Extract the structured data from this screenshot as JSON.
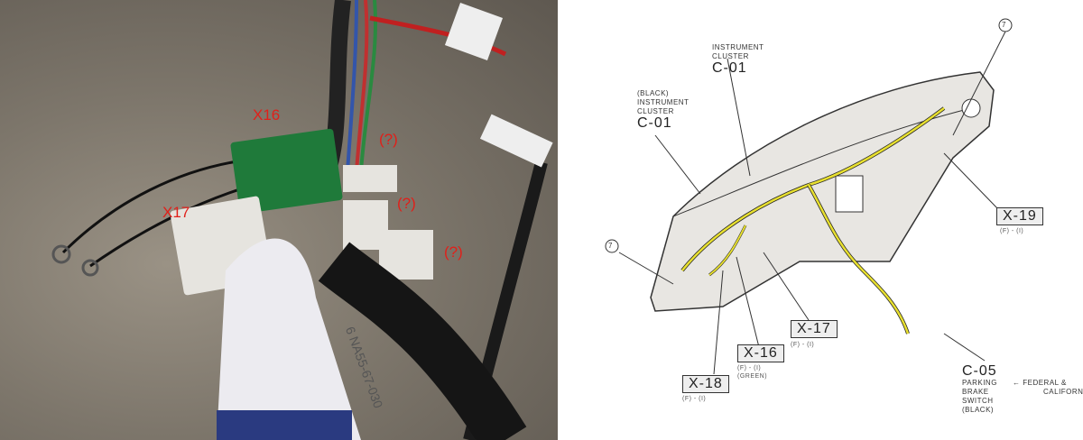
{
  "photo": {
    "labels": {
      "x16": "X16",
      "x17": "X17",
      "q1": "(?)",
      "q2": "(?)",
      "q3": "(?)"
    },
    "harness_tag": "6 NA55-67-030"
  },
  "diagram": {
    "c01_top": {
      "line1": "INSTRUMENT",
      "line2": "CLUSTER",
      "code": "C-01"
    },
    "c01_left": {
      "color": "(BLACK)",
      "line1": "INSTRUMENT",
      "line2": "CLUSTER",
      "code": "C-01"
    },
    "ground_marker": "7",
    "x19": {
      "code": "X-19",
      "sub": "(F) - (I)"
    },
    "x17": {
      "code": "X-17",
      "sub": "(F) - (I)"
    },
    "x16": {
      "code": "X-16",
      "sub": "(F) - (I)",
      "color": "(GREEN)"
    },
    "x18": {
      "code": "X-18",
      "sub": "(F) - (I)"
    },
    "c05": {
      "code": "C-05",
      "line1": "PARKING",
      "line2": "BRAKE",
      "line3": "SWITCH",
      "color": "(BLACK)",
      "note1": "← FEDERAL &",
      "note2": "CALIFORNIA"
    },
    "colors": {
      "wire": "#e8e030",
      "panel": "#e8e6e2",
      "label_red": "#e0201a"
    }
  }
}
